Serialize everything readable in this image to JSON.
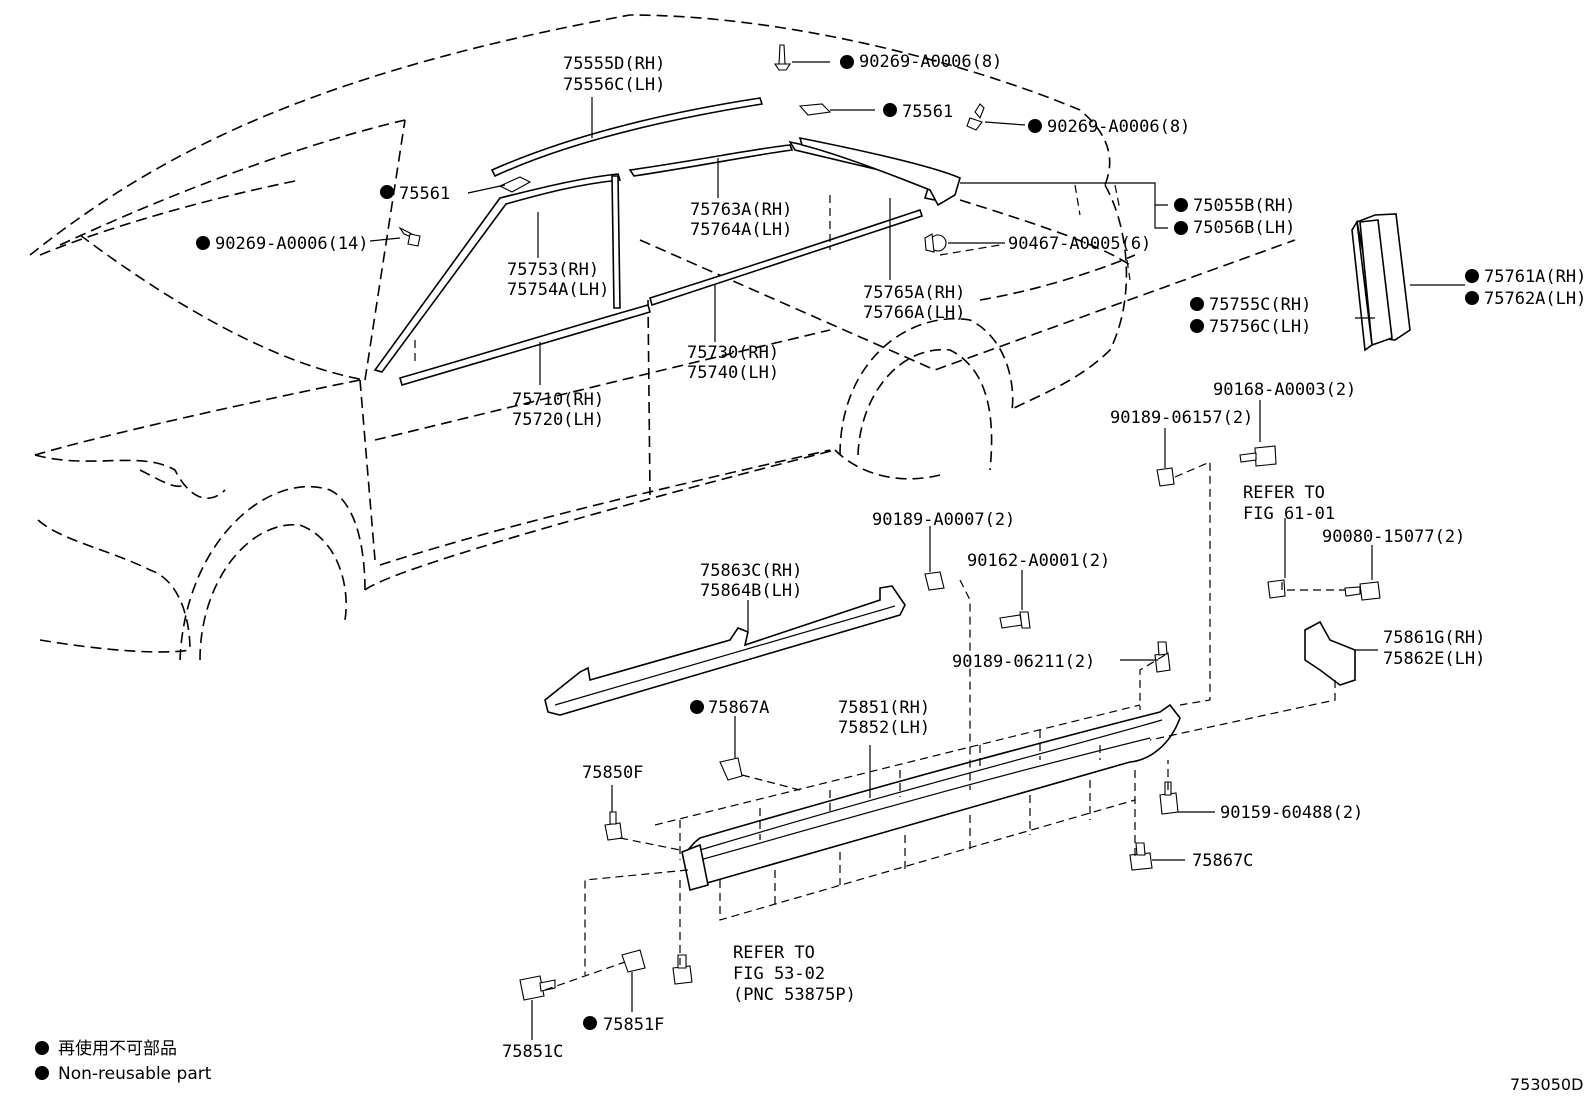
{
  "diagram": {
    "figure_code": "753050D",
    "legend": {
      "line1_jp": "再使用不可部品",
      "line2_en": "Non-reusable part"
    },
    "labels": {
      "p75555d": "75555D(RH)",
      "p75556c": "75556C(LH)",
      "p90269_top": "90269-A0006(8)",
      "p75561_top": "75561",
      "p90269_mid": "90269-A0006(8)",
      "p75561_left": "75561",
      "p90269_left": "90269-A0006(14)",
      "p75763a": "75763A(RH)",
      "p75764a": "75764A(LH)",
      "p75055b": "75055B(RH)",
      "p75056b": "75056B(LH)",
      "p90467": "90467-A0005(6)",
      "p75753": "75753(RH)",
      "p75754a": "75754A(LH)",
      "p75765a": "75765A(RH)",
      "p75766a": "75766A(LH)",
      "p75761a": "75761A(RH)",
      "p75762a": "75762A(LH)",
      "p75755c": "75755C(RH)",
      "p75756c": "75756C(LH)",
      "p75730": "75730(RH)",
      "p75740": "75740(LH)",
      "p75710": "75710(RH)",
      "p75720": "75720(LH)",
      "p90168": "90168-A0003(2)",
      "p90189_06157": "90189-06157(2)",
      "refer61_a": "REFER TO",
      "refer61_b": "FIG 61-01",
      "p90189_a0007": "90189-A0007(2)",
      "p90080": "90080-15077(2)",
      "p90162": "90162-A0001(2)",
      "p75863c": "75863C(RH)",
      "p75864b": "75864B(LH)",
      "p75861g": "75861G(RH)",
      "p75862e": "75862E(LH)",
      "p90189_06211": "90189-06211(2)",
      "p75867a": "75867A",
      "p75851": "75851(RH)",
      "p75852": "75852(LH)",
      "p75850f": "75850F",
      "p90159": "90159-60488(2)",
      "p75867c": "75867C",
      "refer53_a": "REFER TO",
      "refer53_b": "FIG 53-02",
      "refer53_c": "(PNC 53875P)",
      "p75851f": "75851F",
      "p75851c": "75851C"
    }
  }
}
